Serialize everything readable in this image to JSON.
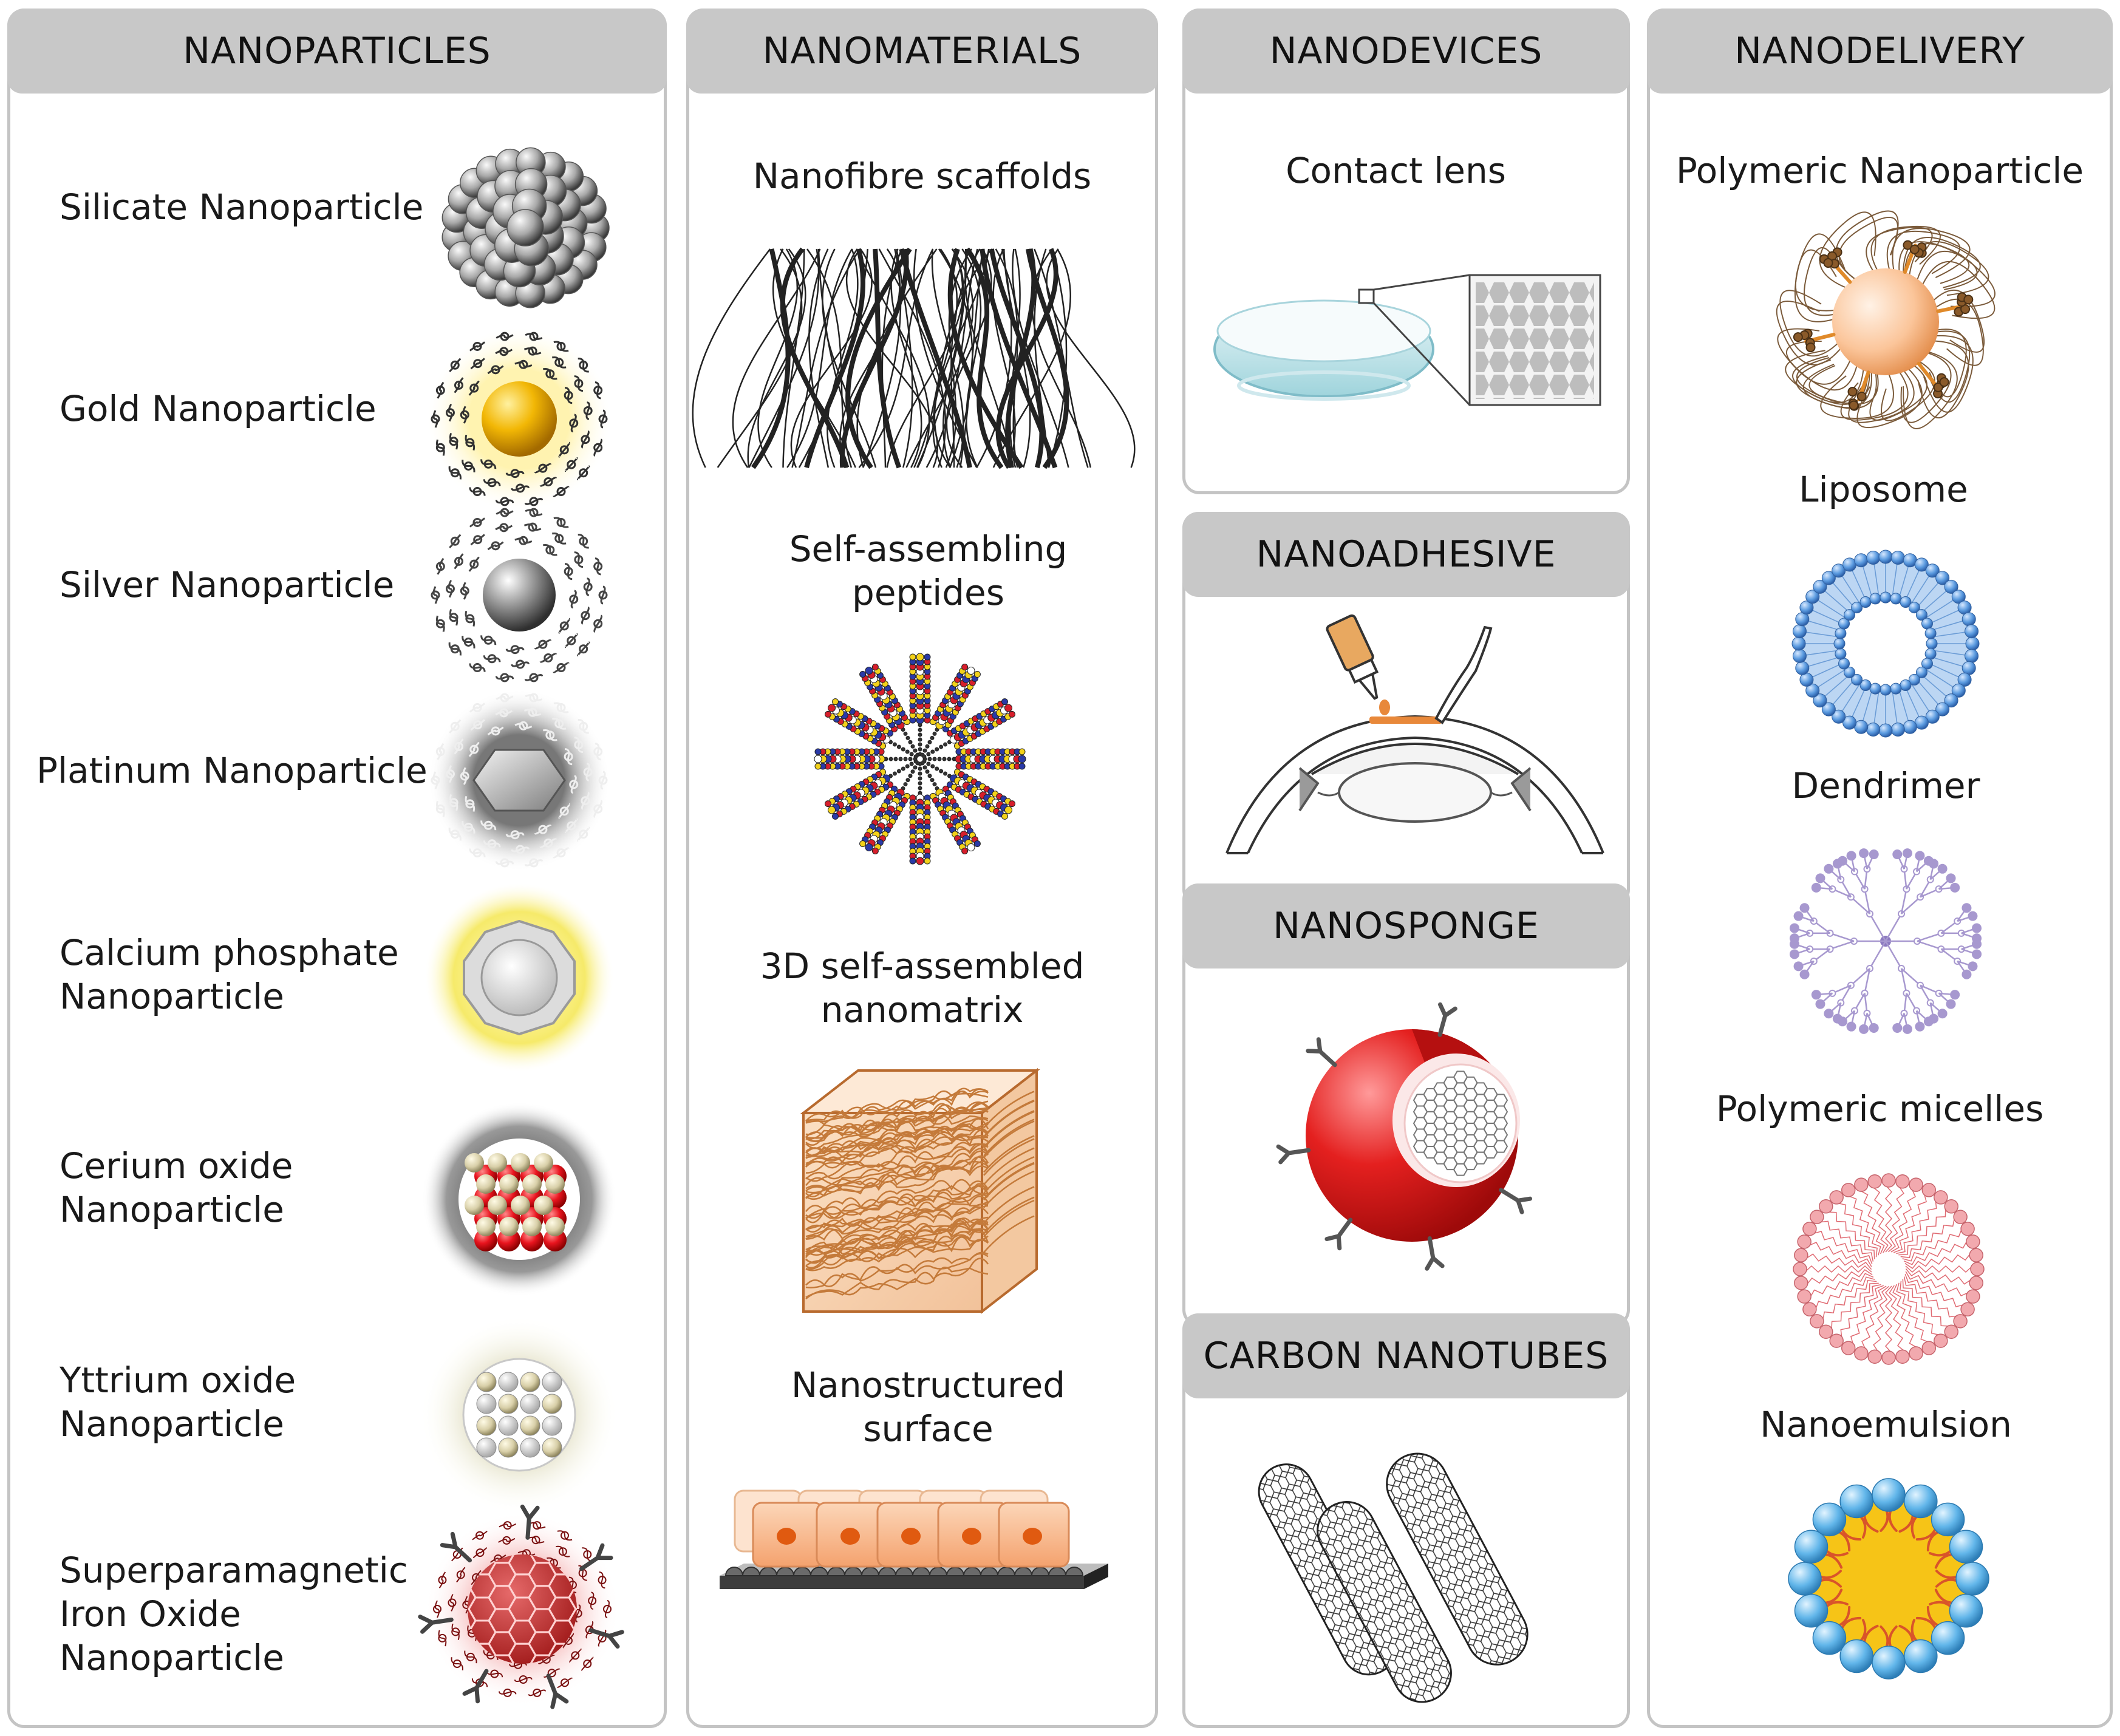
{
  "nanoparticles": {
    "title": "NANOPARTICLES",
    "items": [
      {
        "lines": [
          "Silicate Nanoparticle"
        ],
        "icon": "silicate-nanoparticle-icon"
      },
      {
        "lines": [
          "Gold Nanoparticle"
        ],
        "icon": "gold-nanoparticle-icon"
      },
      {
        "lines": [
          "Silver Nanoparticle"
        ],
        "icon": "silver-nanoparticle-icon"
      },
      {
        "lines": [
          "Platinum Nanoparticle"
        ],
        "icon": "platinum-nanoparticle-icon"
      },
      {
        "lines": [
          "Calcium phosphate",
          "Nanoparticle"
        ],
        "icon": "calcium-phosphate-nanoparticle-icon"
      },
      {
        "lines": [
          "Cerium oxide",
          "Nanoparticle"
        ],
        "icon": "cerium-oxide-nanoparticle-icon"
      },
      {
        "lines": [
          "Yttrium oxide",
          "Nanoparticle"
        ],
        "icon": "yttrium-oxide-nanoparticle-icon"
      },
      {
        "lines": [
          "Superparamagnetic",
          "Iron Oxide",
          "Nanoparticle"
        ],
        "icon": "iron-oxide-nanoparticle-icon"
      }
    ]
  },
  "nanomaterials": {
    "title": "NANOMATERIALS",
    "items": [
      {
        "lines": [
          "Nanofibre scaffolds"
        ],
        "icon": "nanofibre-scaffold-icon"
      },
      {
        "lines": [
          "Self-assembling",
          "peptides"
        ],
        "icon": "self-assembling-peptides-icon"
      },
      {
        "lines": [
          "3D self-assembled",
          "nanomatrix"
        ],
        "icon": "nanomatrix-cube-icon"
      },
      {
        "lines": [
          "Nanostructured",
          "surface"
        ],
        "icon": "nanostructured-surface-icon"
      }
    ]
  },
  "nanodevices": {
    "title": "NANODEVICES",
    "items": [
      {
        "lines": [
          "Contact lens"
        ],
        "icon": "contact-lens-icon"
      }
    ]
  },
  "nanoadhesive": {
    "title": "NANOADHESIVE",
    "icon": "eye-adhesive-icon"
  },
  "nanosponge": {
    "title": "NANOSPONGE",
    "icon": "nanosponge-icon"
  },
  "carbon_nanotubes": {
    "title": "CARBON NANOTUBES",
    "icon": "carbon-nanotubes-icon"
  },
  "nanodelivery": {
    "title": "NANODELIVERY",
    "items": [
      {
        "lines": [
          "Polymeric Nanoparticle"
        ],
        "icon": "polymeric-nanoparticle-icon"
      },
      {
        "lines": [
          "Liposome"
        ],
        "icon": "liposome-icon"
      },
      {
        "lines": [
          "Dendrimer"
        ],
        "icon": "dendrimer-icon"
      },
      {
        "lines": [
          "Polymeric micelles"
        ],
        "icon": "polymeric-micelle-icon"
      },
      {
        "lines": [
          "Nanoemulsion"
        ],
        "icon": "nanoemulsion-icon"
      }
    ]
  },
  "colors": {
    "header": "#c8c8c8",
    "border": "#c4c4c4",
    "gold": "#f2b705",
    "silver": "#9a9a9a",
    "ceria": "#e8141e",
    "sponge": "#e4201f",
    "liposome": "#5b9be0",
    "dendrimer": "#a798cf",
    "micelle": "#e89aa0",
    "emulsion_shell": "#62b6ea",
    "emulsion_core": "#f6c417",
    "copper": "#c47a3a"
  }
}
